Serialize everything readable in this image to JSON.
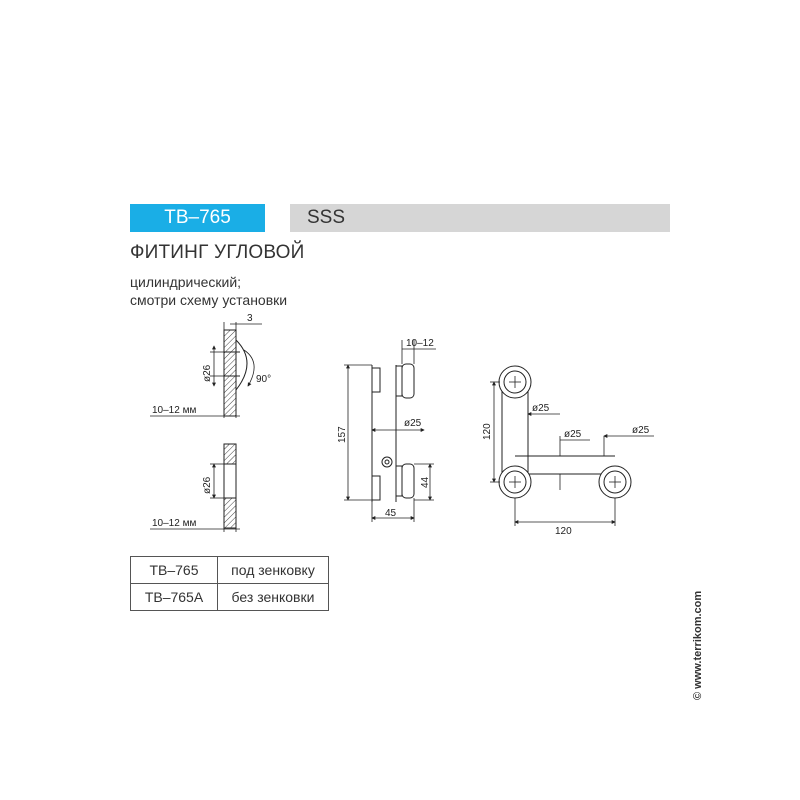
{
  "header": {
    "code": "TB–765",
    "series": "SSS"
  },
  "title": "ФИТИНГ УГЛОВОЙ",
  "description": [
    "цилиндрический;",
    "смотри схему установки"
  ],
  "drawing": {
    "top_section": {
      "dim_thickness": "3",
      "dim_diameter": "ø26",
      "angle": "90°",
      "glass_label": "10–12 мм"
    },
    "bottom_section": {
      "dim_diameter": "ø26",
      "glass_label": "10–12 мм"
    },
    "side_view": {
      "dim_gap": "10–12",
      "dim_height": "157",
      "dim_rod": "ø25",
      "dim_lower": "44",
      "dim_width": "45"
    },
    "top_view": {
      "dim_rod_1": "ø25",
      "dim_rod_2": "ø25",
      "dim_rod_3": "ø25",
      "dim_vertical": "120",
      "dim_horizontal": "120"
    }
  },
  "variants": [
    {
      "code": "TB–765",
      "description": "под зенковку"
    },
    {
      "code": "TB–765A",
      "description": "без зенковки"
    }
  ],
  "copyright": "© www.terrikom.com",
  "colors": {
    "accent": "#1aaee6",
    "bar": "#d6d6d6"
  }
}
